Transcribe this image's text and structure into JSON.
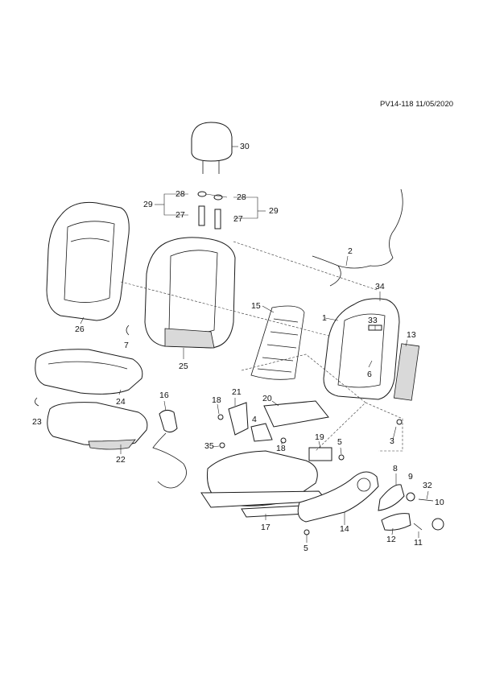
{
  "doc_id": "PV14-118 11/05/2020",
  "refs": {
    "r30": "30",
    "r28a": "28",
    "r28b": "28",
    "r29a": "29",
    "r29b": "29",
    "r27a": "27",
    "r27b": "27",
    "r2": "2",
    "r34": "34",
    "r1": "1",
    "r15": "15",
    "r33": "33",
    "r13": "13",
    "r6": "6",
    "r26": "26",
    "r7": "7",
    "r25": "25",
    "r24": "24",
    "r23": "23",
    "r22": "22",
    "r16": "16",
    "r18a": "18",
    "r21": "21",
    "r20": "20",
    "r4": "4",
    "r3": "3",
    "r18b": "18",
    "r35": "35",
    "r19": "19",
    "r5a": "5",
    "r8": "8",
    "r9": "9",
    "r32": "32",
    "r10": "10",
    "r17": "17",
    "r14": "14",
    "r12": "12",
    "r11": "11",
    "r5b": "5"
  }
}
